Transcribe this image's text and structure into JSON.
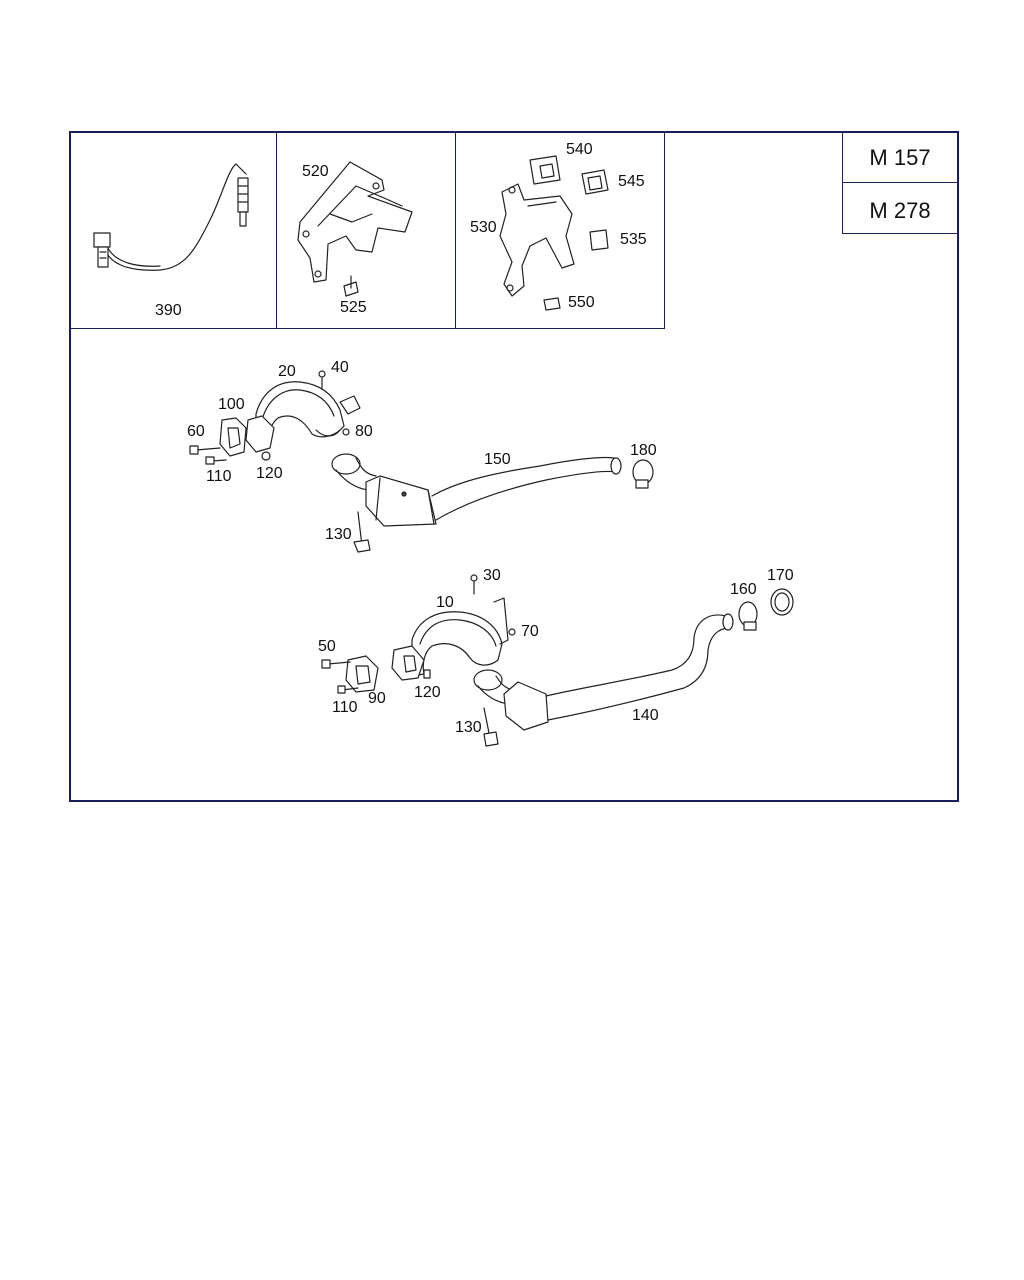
{
  "engines": [
    "M 157",
    "M 278"
  ],
  "callouts": {
    "p390": "390",
    "p520": "520",
    "p525": "525",
    "p530": "530",
    "p535": "535",
    "p540": "540",
    "p545": "545",
    "p550": "550",
    "p20": "20",
    "p40": "40",
    "p100": "100",
    "p60": "60",
    "p80": "80",
    "p110a": "110",
    "p120a": "120",
    "p150": "150",
    "p180": "180",
    "p130a": "130",
    "p30": "30",
    "p10": "10",
    "p70": "70",
    "p50": "50",
    "p110b": "110",
    "p90": "90",
    "p120b": "120",
    "p130b": "130",
    "p140": "140",
    "p160": "160",
    "p170": "170"
  }
}
